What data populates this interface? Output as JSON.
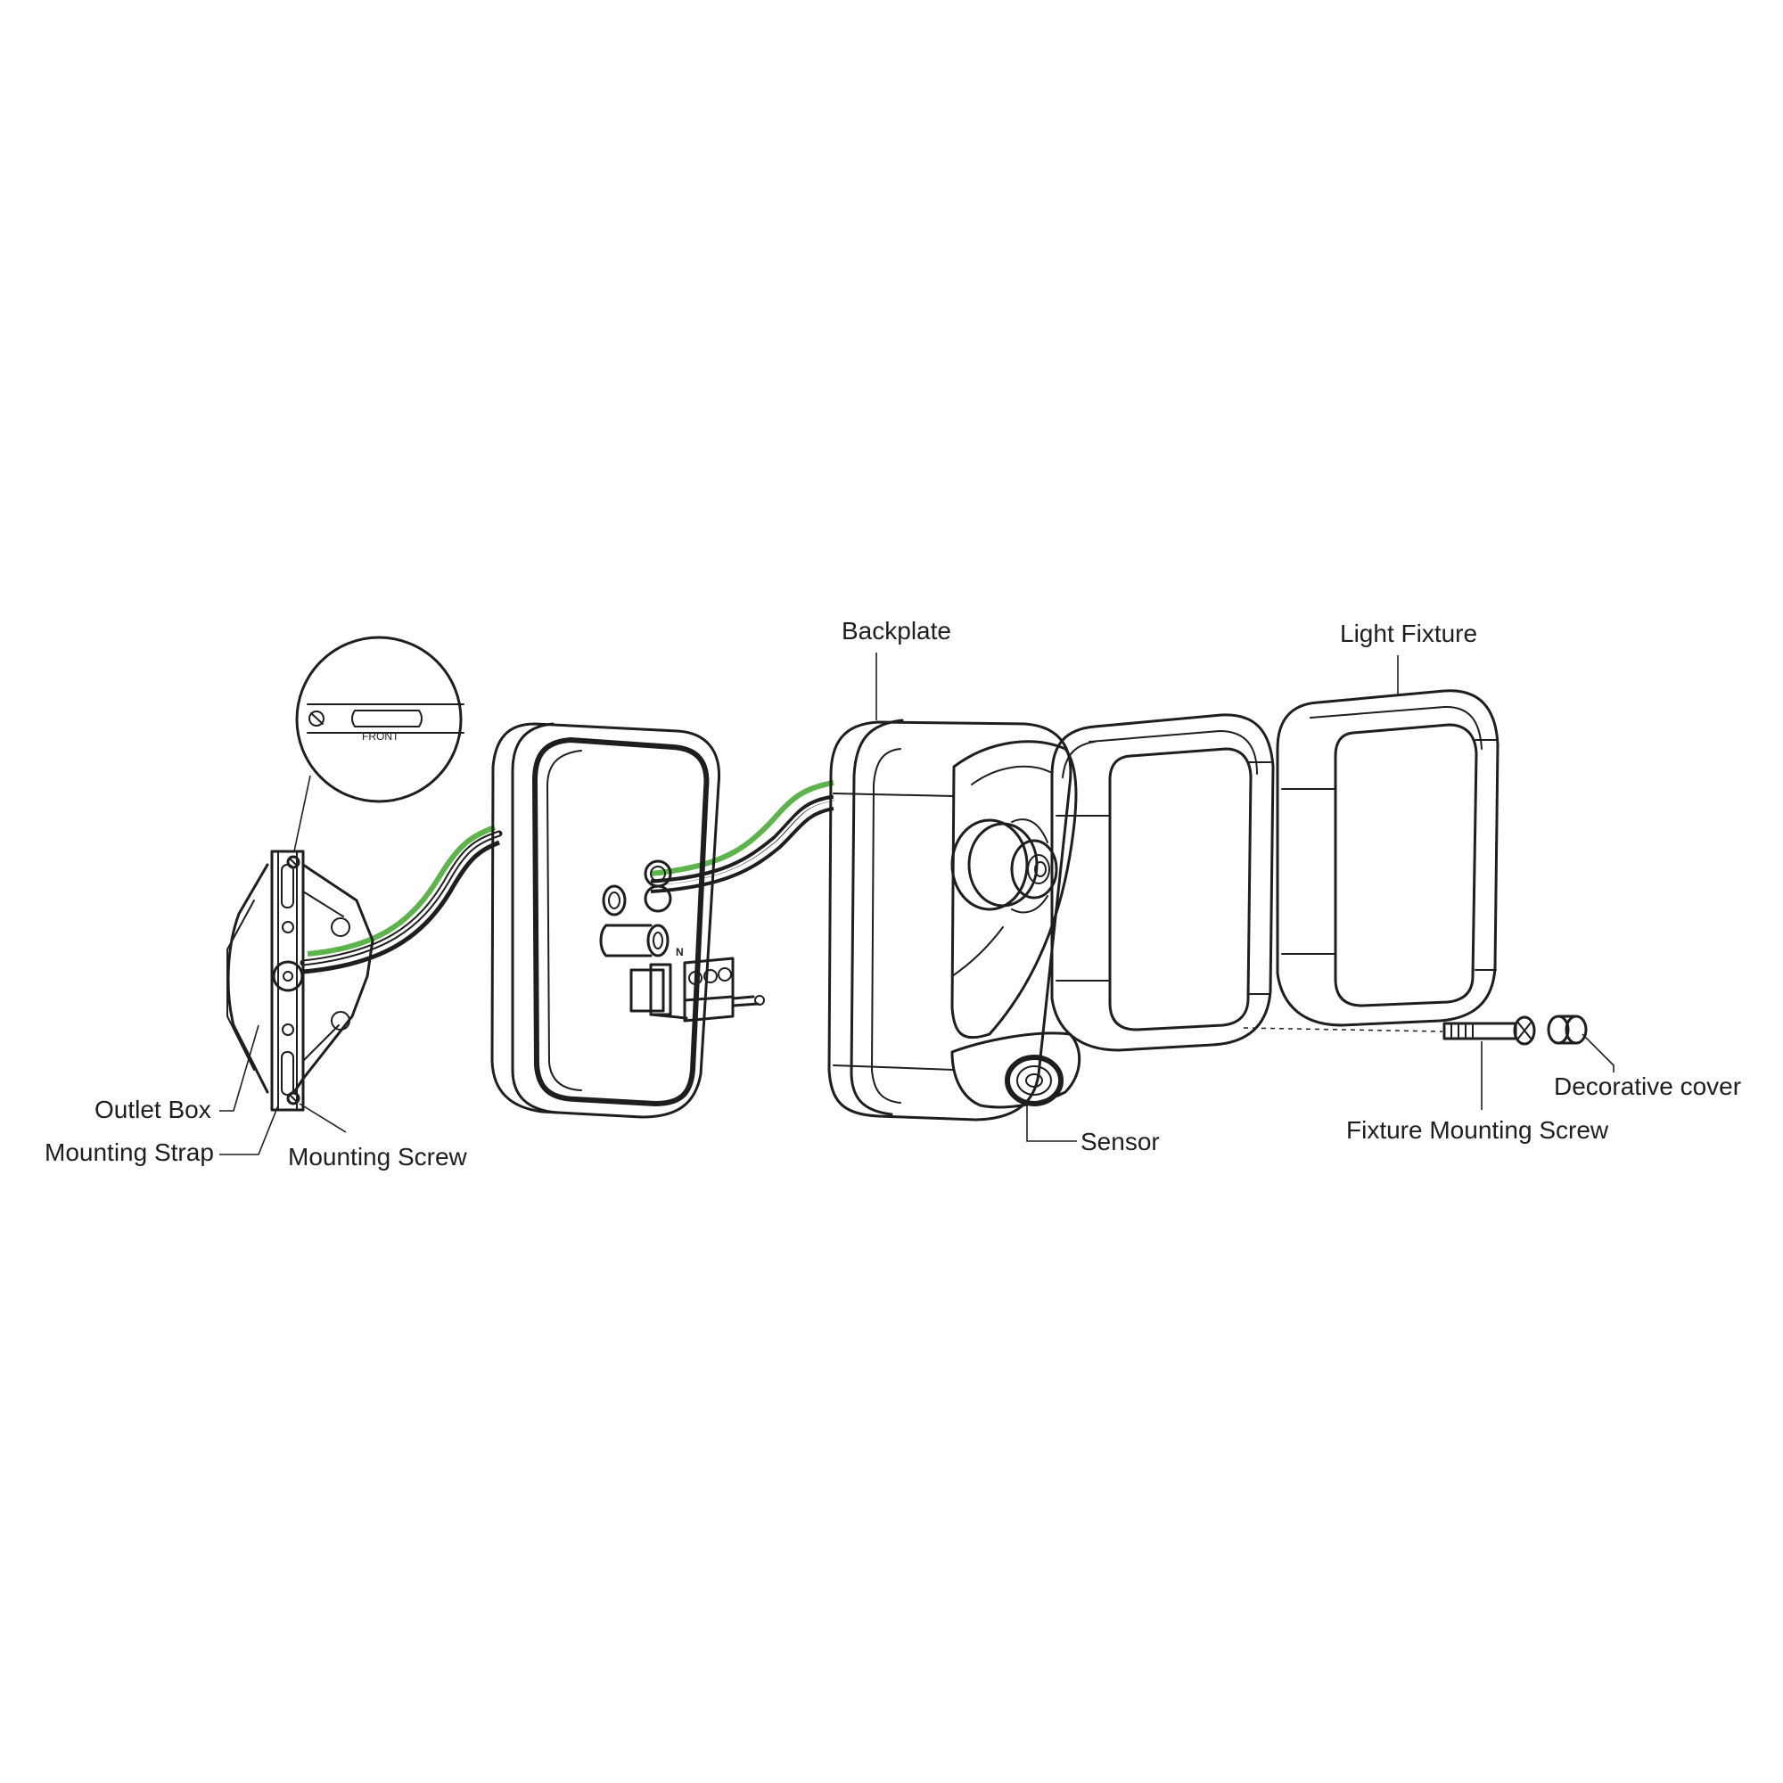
{
  "labels": {
    "backplate": "Backplate",
    "light_fixture": "Light Fixture",
    "outlet_box": "Outlet Box",
    "mounting_strap": "Mounting Strap",
    "mounting_screw": "Mounting Screw",
    "sensor": "Sensor",
    "fixture_mounting_screw": "Fixture Mounting Screw",
    "decorative_cover": "Decorative cover"
  },
  "detail": {
    "front_text": "FRONT",
    "terminal_mark": "N"
  },
  "colors": {
    "ground_wire": "#5db44a",
    "hot_wire": "#1e1e1e",
    "neutral_wire": "#ffffff",
    "line": "#1e1e1e"
  }
}
